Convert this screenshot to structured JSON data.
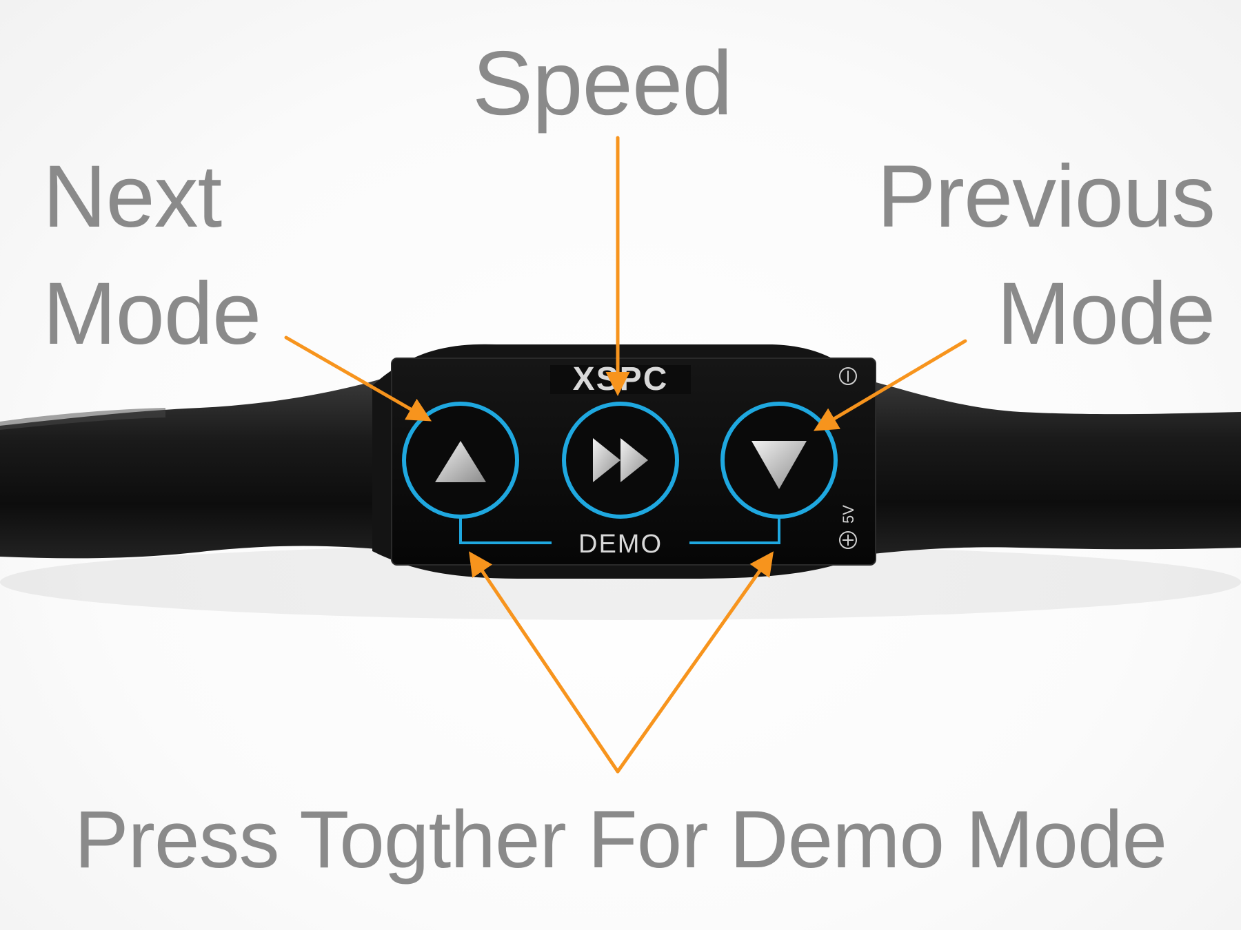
{
  "annotations": {
    "speed": "Speed",
    "next_mode_line1": "Next",
    "next_mode_line2": "Mode",
    "previous_mode_line1": "Previous",
    "previous_mode_line2": "Mode",
    "demo_hint": "Press Togther For Demo Mode"
  },
  "device": {
    "brand": "XSPC",
    "demo_label": "DEMO",
    "voltage_label": "5V",
    "buttons": [
      {
        "name": "next-mode-button",
        "icon": "triangle-up-icon"
      },
      {
        "name": "speed-button",
        "icon": "fast-forward-icon"
      },
      {
        "name": "previous-mode-button",
        "icon": "triangle-down-icon"
      }
    ]
  },
  "colors": {
    "arrow": "#f7941d",
    "button_ring": "#1fa8e0",
    "annotation_text": "#8a8a8a",
    "panel": "#0c0c0c",
    "cable": "#151515"
  }
}
